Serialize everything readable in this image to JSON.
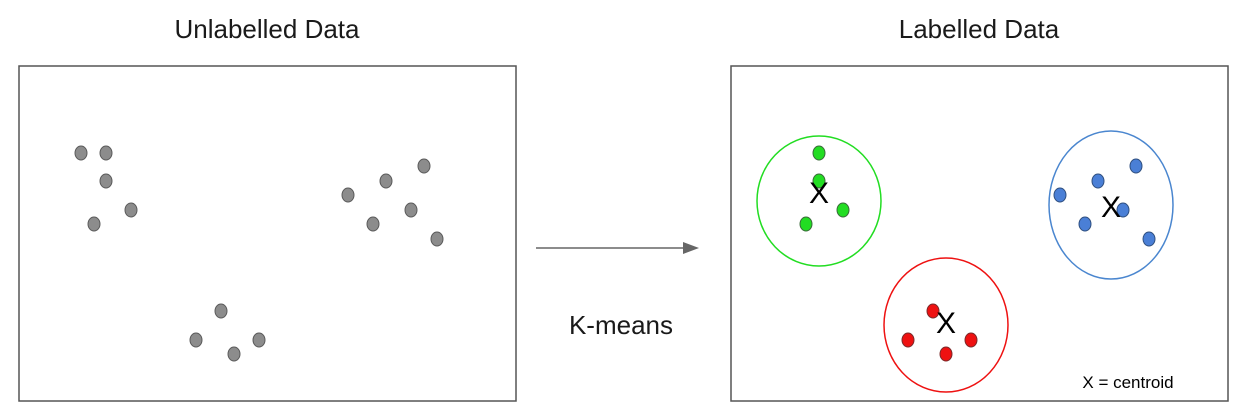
{
  "left_panel": {
    "title": "Unlabelled Data",
    "point_color": "#8c8c8c",
    "point_stroke": "#5a5a5a"
  },
  "right_panel": {
    "title": "Labelled Data",
    "legend": "X = centroid",
    "centroid_symbol": "X"
  },
  "arrow": {
    "label": "K-means",
    "color": "#666666"
  },
  "clusters": [
    {
      "id": "green",
      "ring_color": "#22dd22",
      "point_color": "#22dd22",
      "point_stroke": "#3a6a3a",
      "centroid": "X"
    },
    {
      "id": "blue",
      "ring_color": "#4a86cf",
      "point_color": "#4a7fd6",
      "point_stroke": "#2f4f7f",
      "centroid": "X"
    },
    {
      "id": "red",
      "ring_color": "#ee1111",
      "point_color": "#ee1111",
      "point_stroke": "#7a2a2a",
      "centroid": "X"
    }
  ]
}
